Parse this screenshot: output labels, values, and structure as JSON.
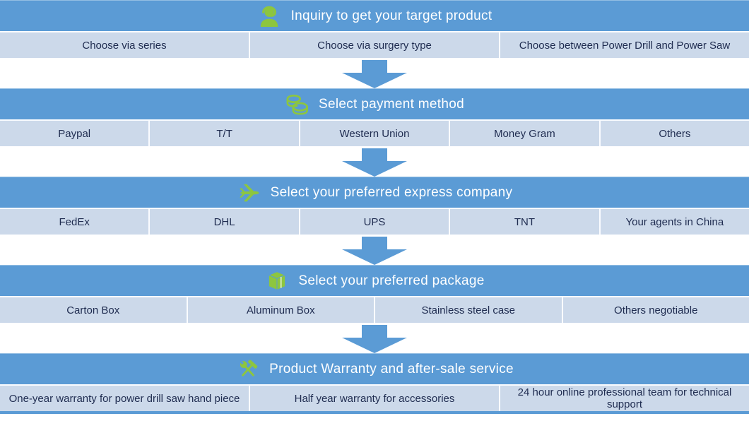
{
  "colors": {
    "header_blue": "#5b9bd5",
    "row_blue": "#ccd9ea",
    "icon_green": "#8dc63f",
    "row_text": "#1f2c50",
    "header_text": "#ffffff",
    "divider": "#fafcff"
  },
  "sections": [
    {
      "icon": "support-agent-icon",
      "title": "Inquiry to get your target product",
      "options": [
        "Choose via series",
        "Choose via surgery type",
        "Choose between Power Drill and Power Saw"
      ]
    },
    {
      "icon": "coins-icon",
      "title": "Select payment method",
      "options": [
        "Paypal",
        "T/T",
        "Western Union",
        "Money Gram",
        "Others"
      ]
    },
    {
      "icon": "airplane-icon",
      "title": "Select your preferred express company",
      "options": [
        "FedEx",
        "DHL",
        "UPS",
        "TNT",
        "Your agents in China"
      ]
    },
    {
      "icon": "package-box-icon",
      "title": "Select your preferred package",
      "options": [
        "Carton Box",
        "Aluminum Box",
        "Stainless steel case",
        "Others negotiable"
      ]
    },
    {
      "icon": "tools-icon",
      "title": "Product Warranty and after-sale service",
      "options": [
        "One-year warranty for power drill saw hand piece",
        "Half year warranty for accessories",
        "24 hour online professional team for technical support"
      ]
    }
  ]
}
